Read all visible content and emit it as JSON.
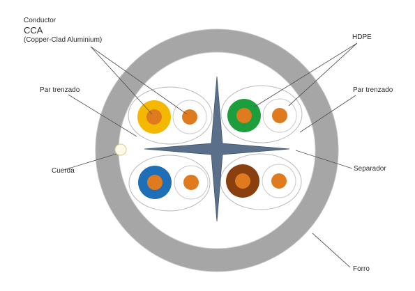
{
  "labels": {
    "conductor": "Conductor",
    "cca": "CCA",
    "cca_full": "(Copper-Clad Aluminium)",
    "hdpe": "HDPE",
    "par_trenzado_left": "Par trenzado",
    "par_trenzado_right": "Par trenzado",
    "cuerda": "Cuerda",
    "separador": "Separador",
    "forro": "Forro"
  },
  "colors": {
    "jacket": "#a6a6a6",
    "cable_core": "#ffffff",
    "separator": "#5a6f8a",
    "copper": "#e07a1f",
    "pair_outline": "#b9b9b9",
    "leader_line": "#555555",
    "pair_1_insulation": "#f5b800",
    "pair_2_insulation": "#1c9e3c",
    "pair_3_insulation": "#1f6fb8",
    "pair_4_insulation": "#8a3f0e",
    "stripe_insulation": "#ffffff"
  },
  "pairs": [
    {
      "id": "yellow",
      "color_key": "pair_1_insulation"
    },
    {
      "id": "green",
      "color_key": "pair_2_insulation"
    },
    {
      "id": "blue",
      "color_key": "pair_3_insulation"
    },
    {
      "id": "brown",
      "color_key": "pair_4_insulation"
    }
  ]
}
